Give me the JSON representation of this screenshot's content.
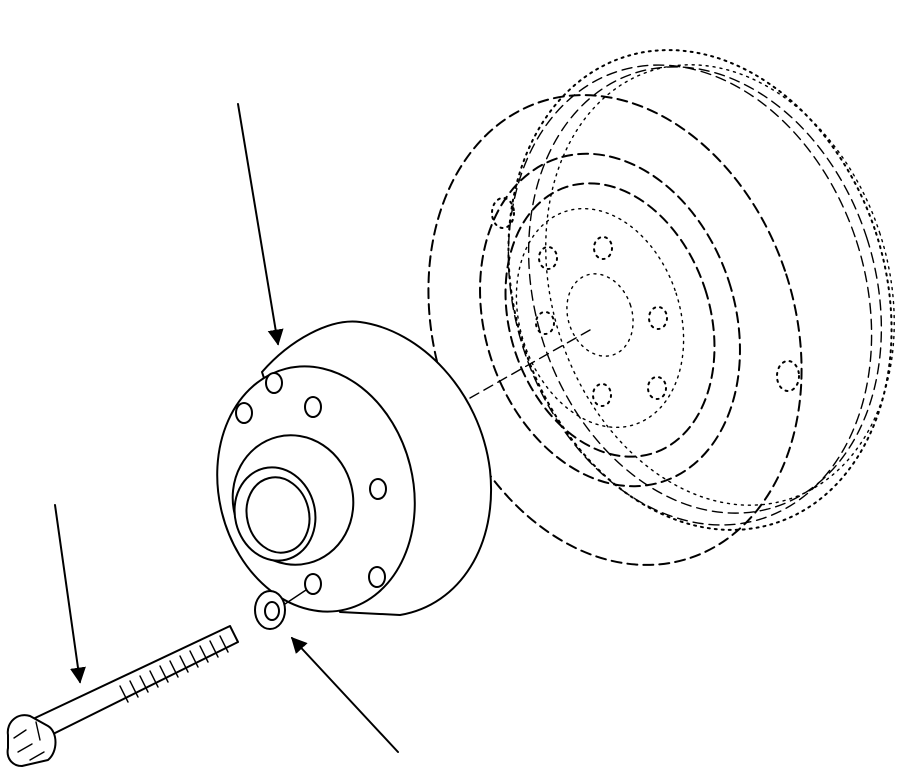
{
  "figure": {
    "parts": [
      {
        "name": "flywheel",
        "style": "phantom"
      },
      {
        "name": "coupling"
      },
      {
        "name": "washer"
      },
      {
        "name": "bolt"
      }
    ],
    "callout_arrows": 3,
    "colors": {
      "ink": "#000000",
      "background": "#ffffff"
    }
  }
}
